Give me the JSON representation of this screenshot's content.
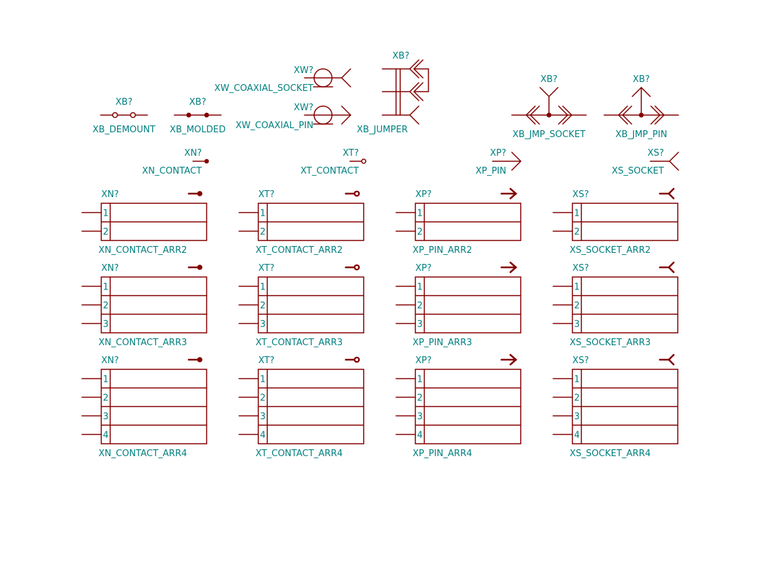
{
  "colors": {
    "line": "#840000",
    "text": "#007f7f",
    "background": "#ffffff"
  },
  "top_symbols": {
    "demount": {
      "ref": "XB?",
      "name": "XB_DEMOUNT"
    },
    "molded": {
      "ref": "XB?",
      "name": "XB_MOLDED"
    },
    "coax_socket": {
      "ref": "XW?",
      "name": "XW_COAXIAL_SOCKET"
    },
    "coax_pin": {
      "ref": "XW?",
      "name": "XW_COAXIAL_PIN"
    },
    "jumper": {
      "ref": "XB?",
      "name": "XB_JUMPER"
    },
    "jmp_socket": {
      "ref": "XB?",
      "name": "XB_JMP_SOCKET"
    },
    "jmp_pin": {
      "ref": "XB?",
      "name": "XB_JMP_PIN"
    },
    "xn_contact": {
      "ref": "XN?",
      "name": "XN_CONTACT"
    },
    "xt_contact": {
      "ref": "XT?",
      "name": "XT_CONTACT"
    },
    "xp_pin": {
      "ref": "XP?",
      "name": "XP_PIN"
    },
    "xs_socket": {
      "ref": "XS?",
      "name": "XS_SOCKET"
    }
  },
  "arrays": [
    {
      "ref": "XN?",
      "name": "XN_CONTACT_ARR2",
      "type": "contact",
      "pins": [
        "1",
        "2"
      ]
    },
    {
      "ref": "XT?",
      "name": "XT_CONTACT_ARR2",
      "type": "tcontact",
      "pins": [
        "1",
        "2"
      ]
    },
    {
      "ref": "XP?",
      "name": "XP_PIN_ARR2",
      "type": "pin",
      "pins": [
        "1",
        "2"
      ]
    },
    {
      "ref": "XS?",
      "name": "XS_SOCKET_ARR2",
      "type": "socket",
      "pins": [
        "1",
        "2"
      ]
    },
    {
      "ref": "XN?",
      "name": "XN_CONTACT_ARR3",
      "type": "contact",
      "pins": [
        "1",
        "2",
        "3"
      ]
    },
    {
      "ref": "XT?",
      "name": "XT_CONTACT_ARR3",
      "type": "tcontact",
      "pins": [
        "1",
        "2",
        "3"
      ]
    },
    {
      "ref": "XP?",
      "name": "XP_PIN_ARR3",
      "type": "pin",
      "pins": [
        "1",
        "2",
        "3"
      ]
    },
    {
      "ref": "XS?",
      "name": "XS_SOCKET_ARR3",
      "type": "socket",
      "pins": [
        "1",
        "2",
        "3"
      ]
    },
    {
      "ref": "XN?",
      "name": "XN_CONTACT_ARR4",
      "type": "contact",
      "pins": [
        "1",
        "2",
        "3",
        "4"
      ]
    },
    {
      "ref": "XT?",
      "name": "XT_CONTACT_ARR4",
      "type": "tcontact",
      "pins": [
        "1",
        "2",
        "3",
        "4"
      ]
    },
    {
      "ref": "XP?",
      "name": "XP_PIN_ARR4",
      "type": "pin",
      "pins": [
        "1",
        "2",
        "3",
        "4"
      ]
    },
    {
      "ref": "XS?",
      "name": "XS_SOCKET_ARR4",
      "type": "socket",
      "pins": [
        "1",
        "2",
        "3",
        "4"
      ]
    }
  ]
}
